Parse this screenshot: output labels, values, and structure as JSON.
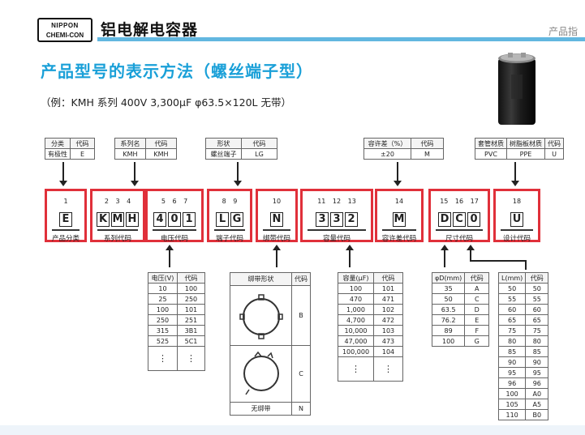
{
  "header": {
    "logo_line1": "NIPPON",
    "logo_line2": "CHEMI-CON",
    "brand_title": "铝电解电容器",
    "right_text": "产品指"
  },
  "title": "产品型号的表示方法（螺丝端子型）",
  "example": "（例：KMH 系列 400V 3,300μF  φ63.5×120L 无带）",
  "top_tables": {
    "category": {
      "h1": "分类",
      "h2": "代码",
      "v1": "有极性",
      "v2": "E"
    },
    "series": {
      "h1": "系列名",
      "h2": "代码",
      "v1": "KMH",
      "v2": "KMH"
    },
    "shape": {
      "h1": "形状",
      "h2": "代码",
      "v1": "螺丝端子",
      "v2": "LG"
    },
    "tolerance": {
      "h1": "容许差（%）",
      "h2": "代码",
      "v1": "±20",
      "v2": "M"
    },
    "material": {
      "h1": "套管材质",
      "h2": "树脂板材质",
      "h3": "代码",
      "v1": "PVC",
      "v2": "PPE",
      "v3": "U"
    }
  },
  "code_boxes": [
    {
      "nums": "1",
      "letters": [
        "E"
      ],
      "label": "产品分类"
    },
    {
      "nums": "2 3 4",
      "letters": [
        "K",
        "M",
        "H"
      ],
      "label": "系列代码"
    },
    {
      "nums": "5 6 7",
      "letters": [
        "4",
        "0",
        "1"
      ],
      "label": "电压代码"
    },
    {
      "nums": "8 9",
      "letters": [
        "L",
        "G"
      ],
      "label": "端子代码"
    },
    {
      "nums": "10",
      "letters": [
        "N"
      ],
      "label": "绑带代码"
    },
    {
      "nums": "11 12 13",
      "letters": [
        "3",
        "3",
        "2"
      ],
      "label": "容量代码"
    },
    {
      "nums": "14",
      "letters": [
        "M"
      ],
      "label": "容许差代码"
    },
    {
      "nums": "15 16 17",
      "letters": [
        "D",
        "C",
        "0"
      ],
      "label": "尺寸代码"
    },
    {
      "nums": "18",
      "letters": [
        "U"
      ],
      "label": "设计代码"
    }
  ],
  "voltage_table": {
    "headers": [
      "电压(V)",
      "代码"
    ],
    "rows": [
      [
        "10",
        "100"
      ],
      [
        "25",
        "250"
      ],
      [
        "100",
        "101"
      ],
      [
        "250",
        "251"
      ],
      [
        "315",
        "3B1"
      ],
      [
        "525",
        "5C1"
      ]
    ]
  },
  "band_table": {
    "headers": [
      "绑带形状",
      "代码"
    ],
    "codes": [
      "B",
      "C"
    ],
    "last": [
      "无绑带",
      "N"
    ]
  },
  "capacity_table": {
    "headers": [
      "容量(μF)",
      "代码"
    ],
    "rows": [
      [
        "100",
        "101"
      ],
      [
        "470",
        "471"
      ],
      [
        "1,000",
        "102"
      ],
      [
        "4,700",
        "472"
      ],
      [
        "10,000",
        "103"
      ],
      [
        "47,000",
        "473"
      ],
      [
        "100,000",
        "104"
      ]
    ]
  },
  "diameter_table": {
    "headers": [
      "φD(mm)",
      "代码"
    ],
    "rows": [
      [
        "35",
        "A"
      ],
      [
        "50",
        "C"
      ],
      [
        "63.5",
        "D"
      ],
      [
        "76.2",
        "E"
      ],
      [
        "89",
        "F"
      ],
      [
        "100",
        "G"
      ]
    ]
  },
  "length_table": {
    "headers": [
      "L(mm)",
      "代码"
    ],
    "rows": [
      [
        "50",
        "50"
      ],
      [
        "55",
        "55"
      ],
      [
        "60",
        "60"
      ],
      [
        "65",
        "65"
      ],
      [
        "75",
        "75"
      ],
      [
        "80",
        "80"
      ],
      [
        "85",
        "85"
      ],
      [
        "90",
        "90"
      ],
      [
        "95",
        "95"
      ],
      [
        "96",
        "96"
      ],
      [
        "100",
        "A0"
      ],
      [
        "105",
        "A5"
      ],
      [
        "110",
        "B0"
      ]
    ]
  },
  "dots": "⋮"
}
